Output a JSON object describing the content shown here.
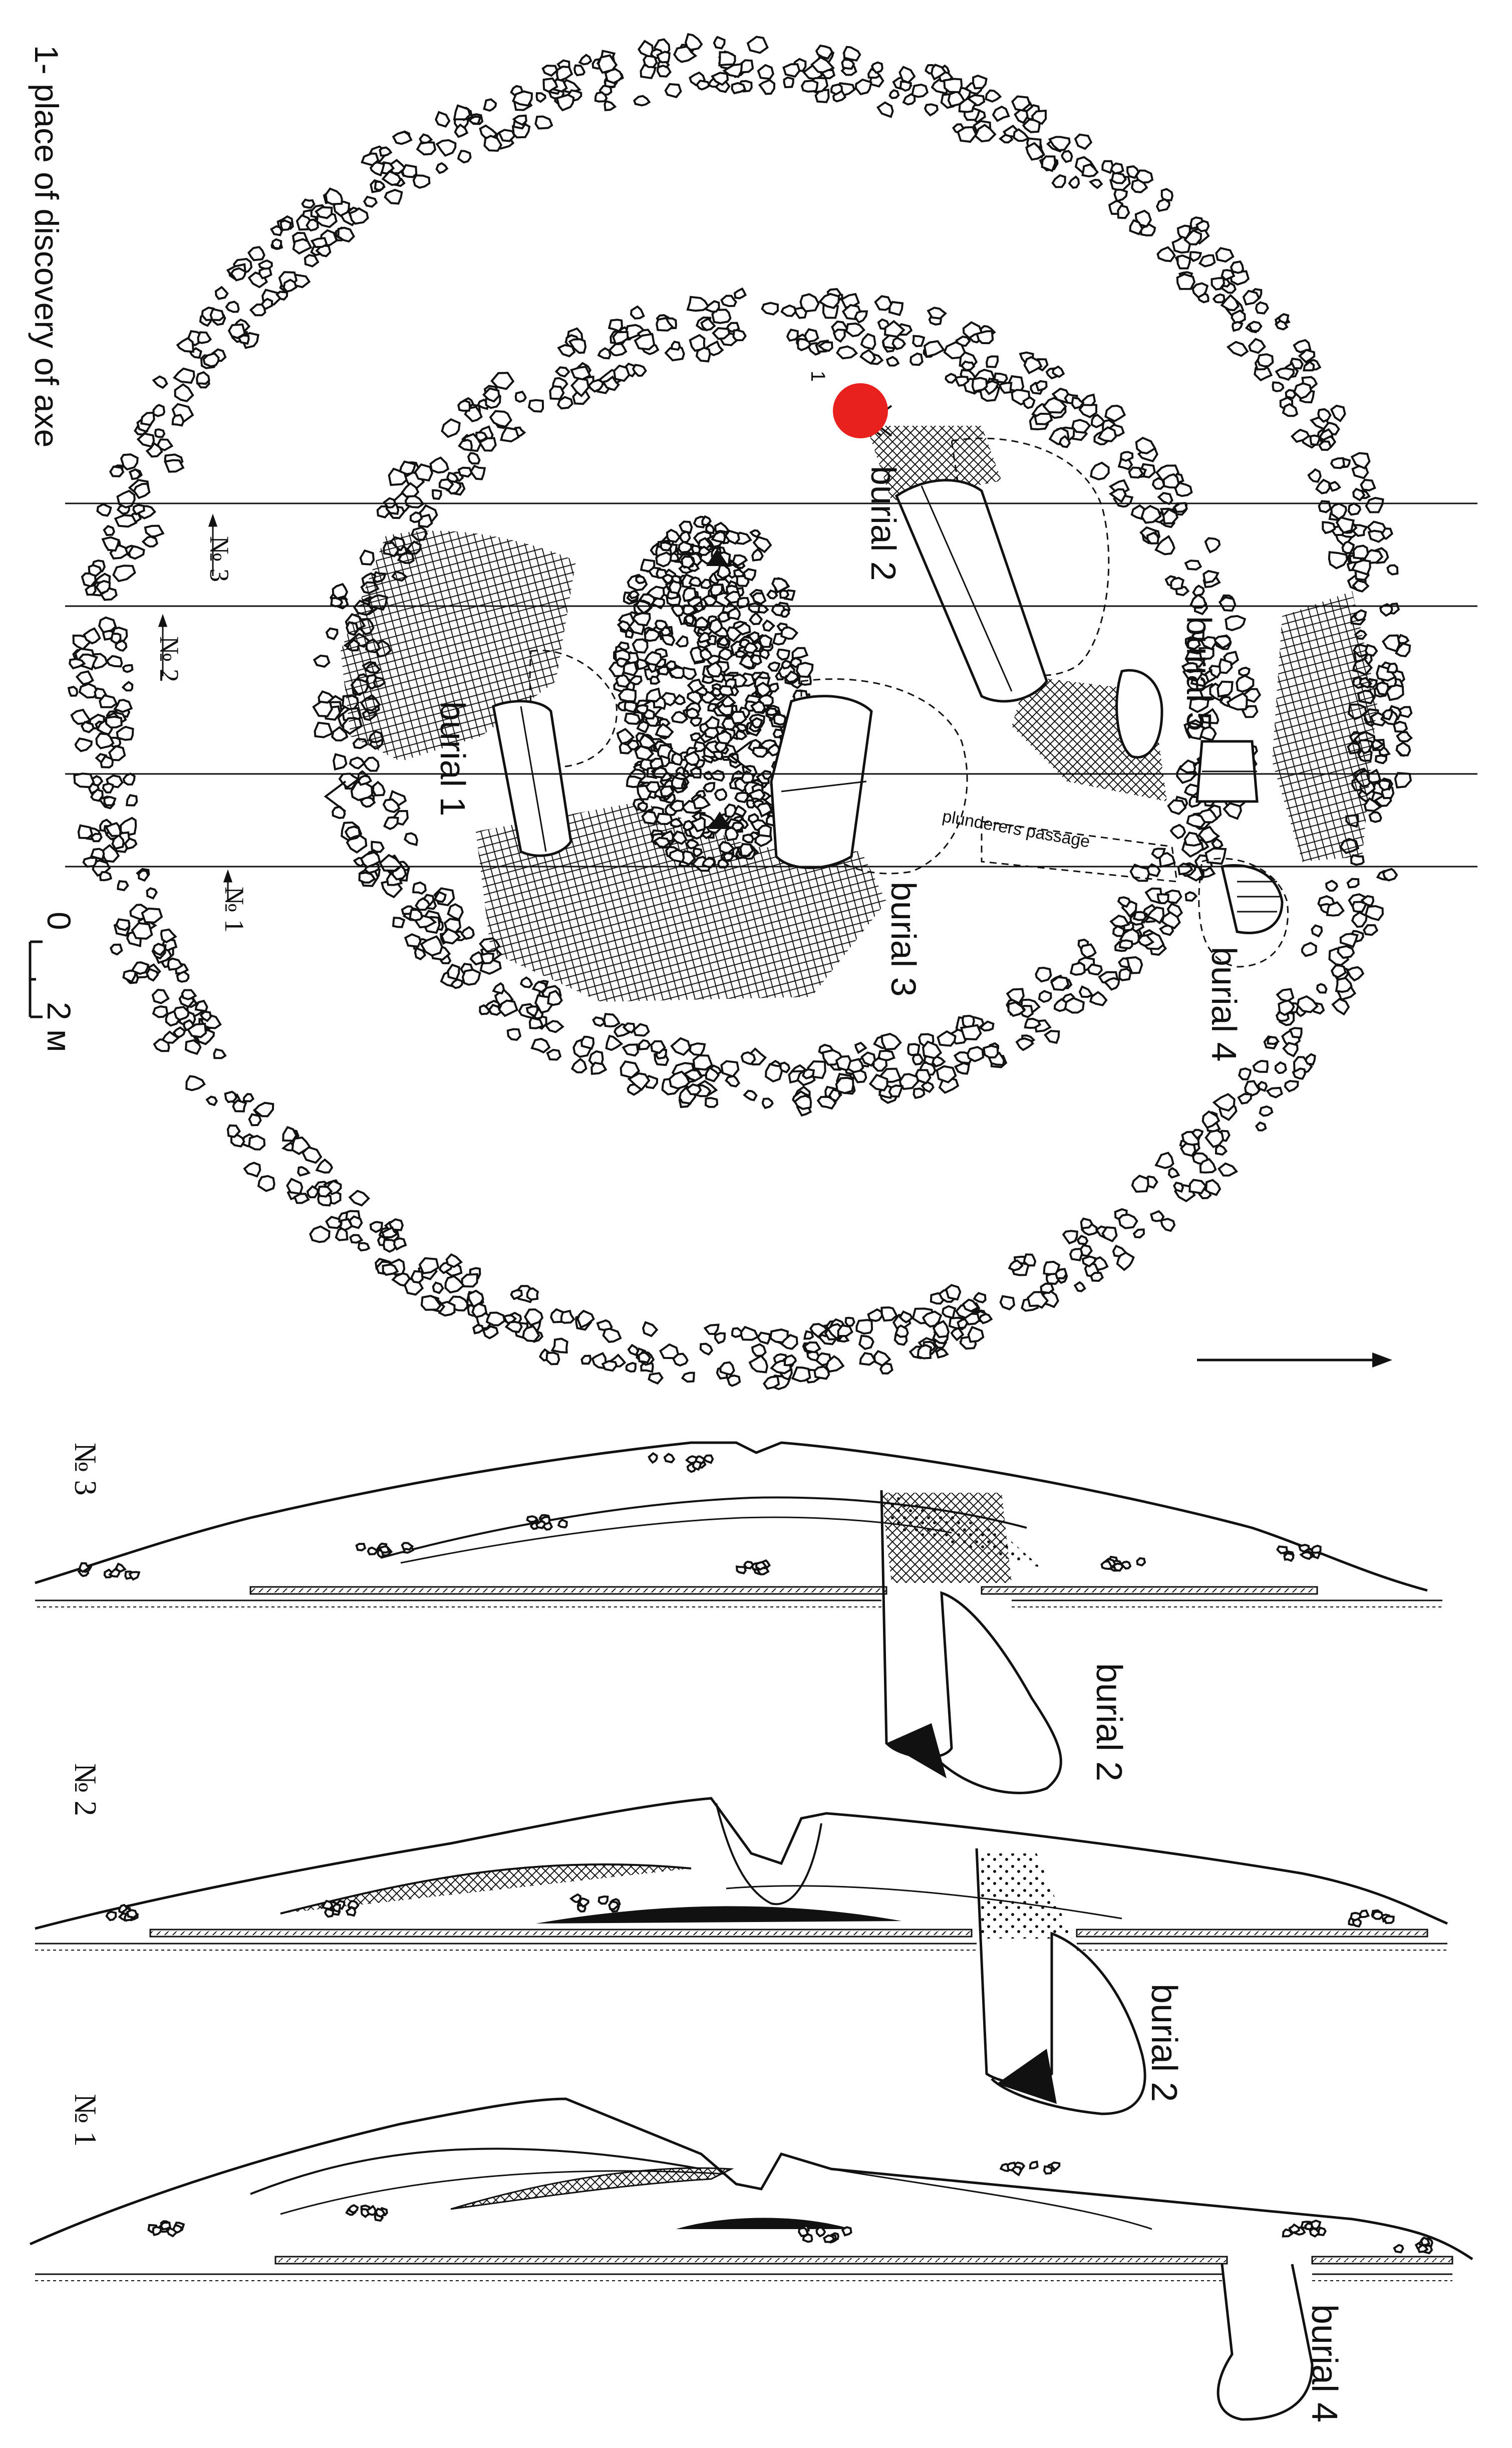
{
  "legend": {
    "axe_note": "1- place of discovery of axe",
    "find_marker": "1"
  },
  "scale_bar": {
    "zero": "0",
    "end": "2 м"
  },
  "plan": {
    "burials": {
      "burial_1": "burial 1",
      "burial_2": "burial 2",
      "burial_3": "burial 3",
      "burial_4": "burial 4",
      "burial_5": "burial 5"
    },
    "plunderers_passage": "plunderers passage",
    "sections": {
      "s1": "№ 1",
      "s2": "№ 2",
      "s3": "№ 3"
    }
  },
  "profiles": [
    {
      "id": "№ 3",
      "burial": "burial 2"
    },
    {
      "id": "№ 2",
      "burial": "burial 2"
    },
    {
      "id": "№ 1",
      "burial": "burial 4"
    }
  ],
  "colors": {
    "find_marker": "#e8201e",
    "ink": "#111111"
  },
  "icons": {
    "north_arrow": "arrow-right-icon",
    "section_marker": "triangle-marker-icon"
  }
}
